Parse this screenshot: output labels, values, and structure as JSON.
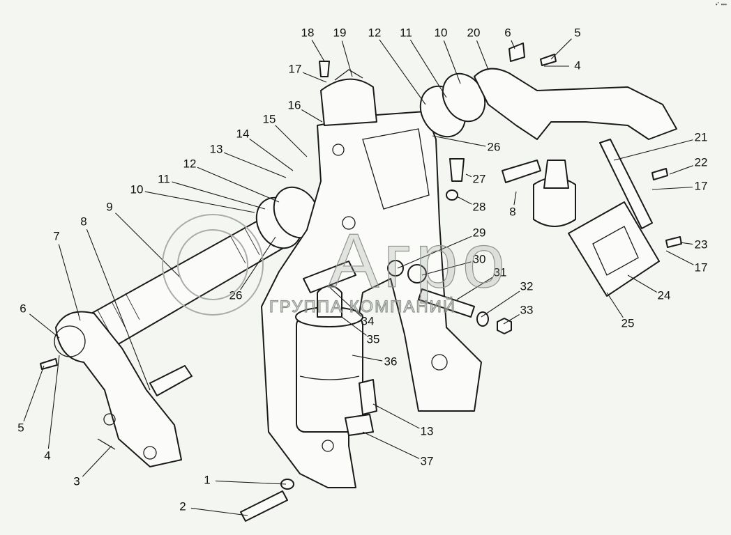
{
  "diagram": {
    "title_mark": "•\" •••",
    "watermark": {
      "logo_text": "Агро",
      "subtitle": "ГРУППА КОМПАНИЙ"
    },
    "callouts": [
      "18",
      "19",
      "12",
      "11",
      "10",
      "20",
      "6",
      "5",
      "4",
      "17",
      "16",
      "15",
      "14",
      "13",
      "12",
      "11",
      "10",
      "9",
      "8",
      "7",
      "26",
      "27",
      "28",
      "8",
      "21",
      "22",
      "17",
      "23",
      "17",
      "24",
      "25",
      "29",
      "30",
      "31",
      "32",
      "33",
      "34",
      "35",
      "36",
      "13",
      "37",
      "6",
      "5",
      "4",
      "3",
      "1",
      "2",
      "26"
    ]
  }
}
